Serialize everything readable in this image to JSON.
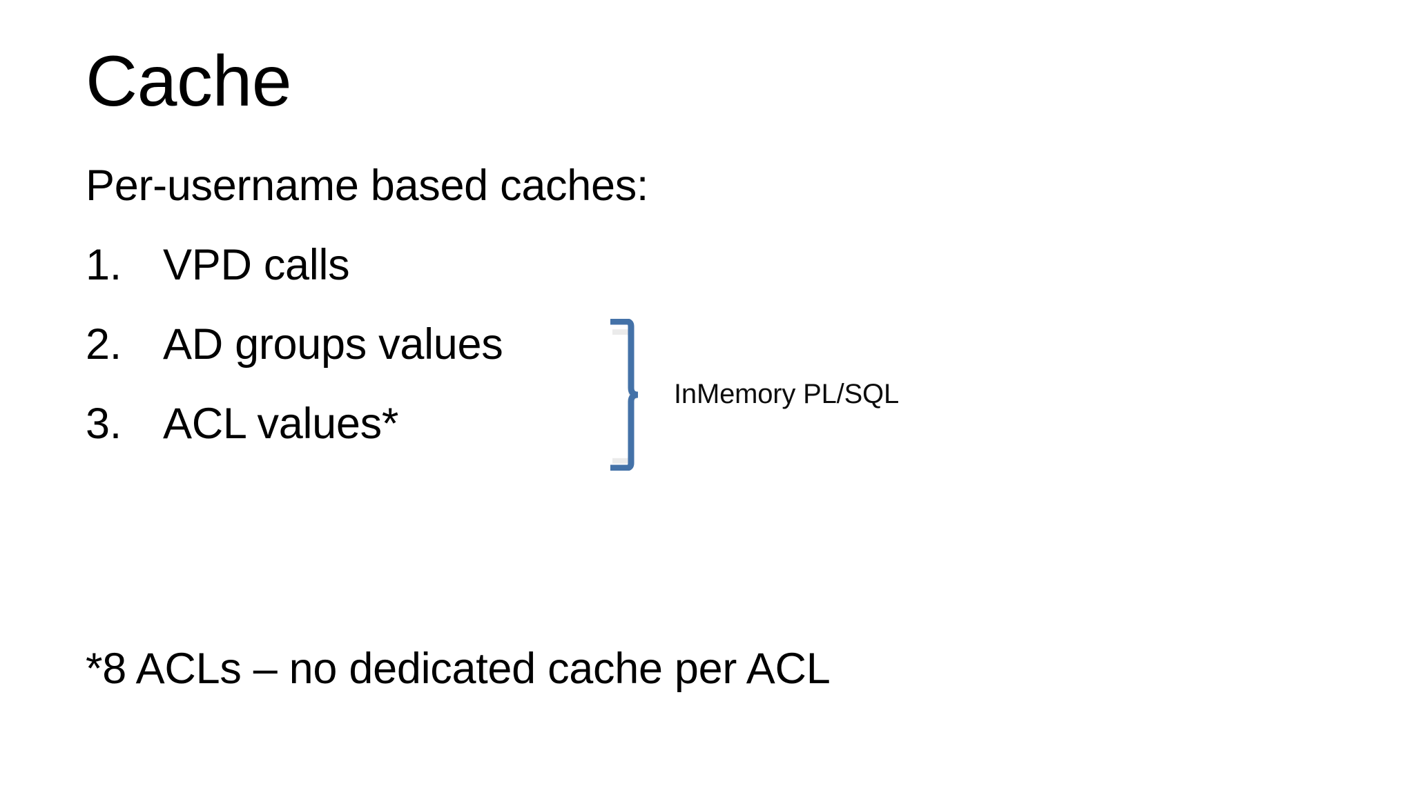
{
  "slide": {
    "background_color": "#FFFFFF",
    "text_color": "#000000",
    "accent_color": "#4472A8",
    "title": "Cache"
  },
  "body": {
    "intro": "Per-username based caches:",
    "items": [
      {
        "number": "1.",
        "text": "VPD calls"
      },
      {
        "number": "2.",
        "text": "AD groups values"
      },
      {
        "number": "3.",
        "text": "ACL values*"
      }
    ]
  },
  "annotation": {
    "icon": "right-brace-icon",
    "label": "InMemory PL/SQL",
    "color": "#4472A8",
    "covers_items": [
      "2.",
      "3."
    ]
  },
  "footnote": {
    "text": "*8 ACLs – no dedicated cache per ACL"
  }
}
